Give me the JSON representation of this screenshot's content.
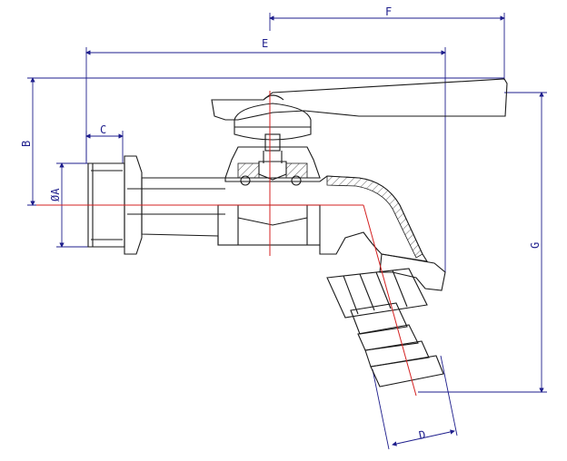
{
  "dimensions": {
    "A": "ØA",
    "B": "B",
    "C": "C",
    "D": "D",
    "E": "E",
    "F": "F",
    "G": "G"
  },
  "colors": {
    "outline": "#1a1a1a",
    "dimension": "#1e1e8c",
    "centerline": "#d42020"
  }
}
